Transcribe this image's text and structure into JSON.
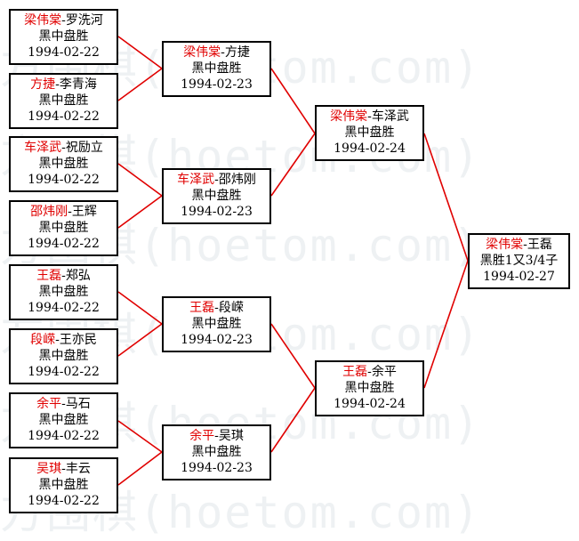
{
  "watermark": "方围棋(hoetom.com)",
  "colors": {
    "winner": "#e00000",
    "line": "#e00000",
    "border": "#000000"
  },
  "round1": [
    {
      "winner": "梁伟棠",
      "loser": "罗洗河",
      "result": "黑中盘胜",
      "date": "1994-02-22"
    },
    {
      "winner": "方捷",
      "loser": "李青海",
      "result": "黑中盘胜",
      "date": "1994-02-22"
    },
    {
      "winner": "车泽武",
      "loser": "祝励立",
      "result": "黑中盘胜",
      "date": "1994-02-22"
    },
    {
      "winner": "邵炜刚",
      "loser": "王辉",
      "result": "黑中盘胜",
      "date": "1994-02-22"
    },
    {
      "winner": "王磊",
      "loser": "郑弘",
      "result": "黑中盘胜",
      "date": "1994-02-22"
    },
    {
      "winner": "段嵘",
      "loser": "王亦民",
      "result": "黑中盘胜",
      "date": "1994-02-22"
    },
    {
      "winner": "余平",
      "loser": "马石",
      "result": "黑中盘胜",
      "date": "1994-02-22"
    },
    {
      "winner": "吴琪",
      "loser": "丰云",
      "result": "黑中盘胜",
      "date": "1994-02-22"
    }
  ],
  "round2": [
    {
      "winner": "梁伟棠",
      "loser": "方捷",
      "result": "黑中盘胜",
      "date": "1994-02-23"
    },
    {
      "winner": "车泽武",
      "loser": "邵炜刚",
      "result": "黑中盘胜",
      "date": "1994-02-23"
    },
    {
      "winner": "王磊",
      "loser": "段嵘",
      "result": "黑中盘胜",
      "date": "1994-02-23"
    },
    {
      "winner": "余平",
      "loser": "吴琪",
      "result": "黑中盘胜",
      "date": "1994-02-23"
    }
  ],
  "round3": [
    {
      "winner": "梁伟棠",
      "loser": "车泽武",
      "result": "黑中盘胜",
      "date": "1994-02-24"
    },
    {
      "winner": "王磊",
      "loser": "余平",
      "result": "黑中盘胜",
      "date": "1994-02-24"
    }
  ],
  "final": [
    {
      "winner": "梁伟棠",
      "loser": "王磊",
      "result": "黑胜1又3/4子",
      "date": "1994-02-27"
    }
  ]
}
